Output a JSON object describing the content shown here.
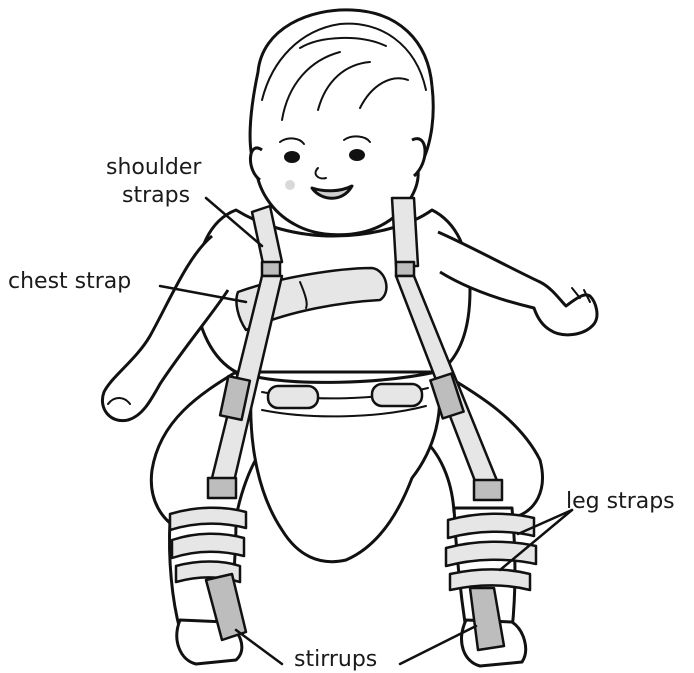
{
  "labels": {
    "shoulder_line1": "shoulder",
    "shoulder_line2": "straps",
    "chest": "chest strap",
    "leg": "leg straps",
    "stirrups": "stirrups"
  }
}
